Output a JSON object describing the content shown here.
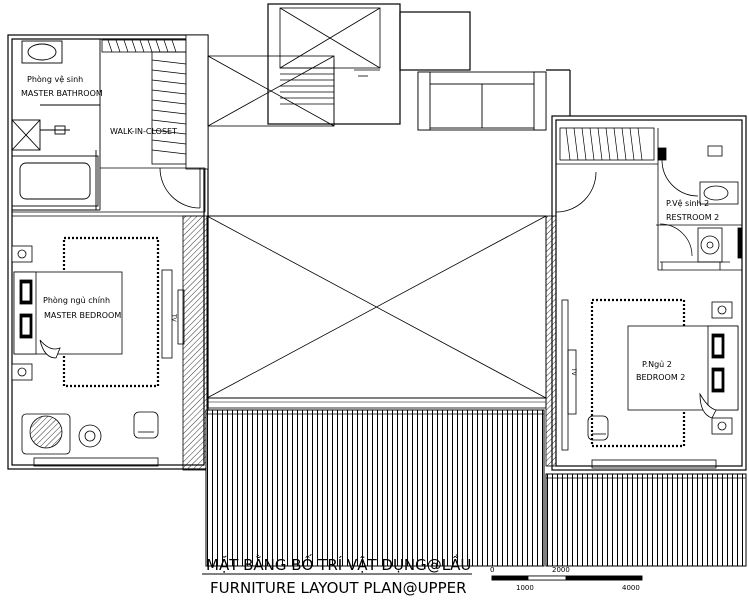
{
  "rooms": {
    "master_bath_vn": "Phòng vệ sinh",
    "master_bath_en": "MASTER BATHROOM",
    "closet": "WALK-IN-CLOSET",
    "master_bed_vn": "Phòng ngủ chính",
    "master_bed_en": "MASTER BEDROOM",
    "rest2_vn": "P.Vệ sinh 2",
    "rest2_en": "RESTROOM 2",
    "bed2_vn": "P.Ngủ 2",
    "bed2_en": "BEDROOM 2"
  },
  "title": {
    "vn": "MẶT BẰNG BỐ TRÍ VẬT DỤNG@LẦU",
    "en": "FURNITURE LAYOUT PLAN@UPPER"
  },
  "scale": {
    "t0": "0",
    "t1000": "1000",
    "t2000": "2000",
    "t4000": "4000"
  },
  "tags": {
    "tv1": "TV",
    "tv2": "TV"
  }
}
